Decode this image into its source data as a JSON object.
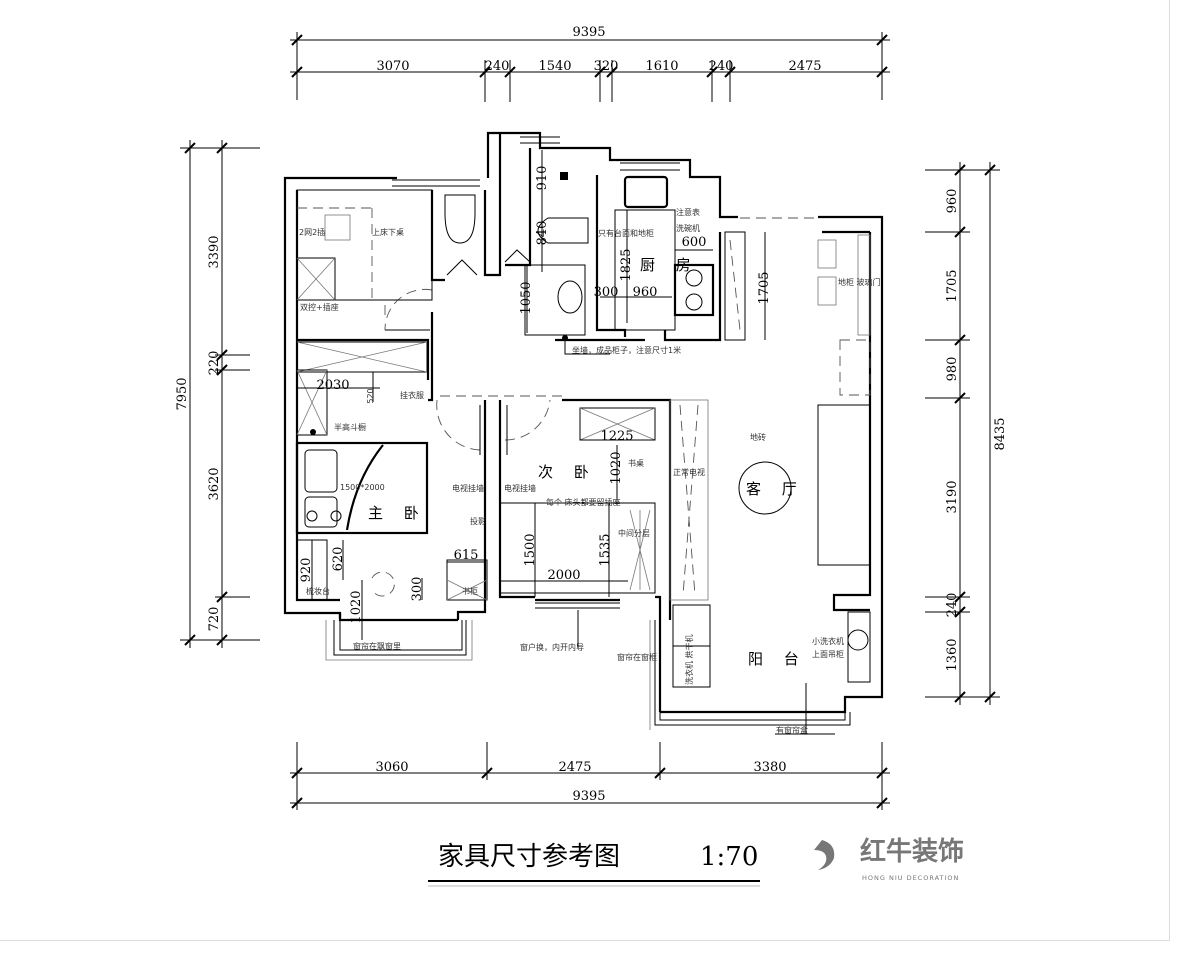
{
  "dimensions": {
    "top_total": "9395",
    "top": [
      "3070",
      "240",
      "1540",
      "320",
      "1610",
      "240",
      "2475"
    ],
    "bottom": [
      "3060",
      "2475",
      "3380"
    ],
    "bottom_total": "9395",
    "left_total": "7950",
    "left": [
      "3390",
      "220",
      "3620",
      "720"
    ],
    "right_total": "8435",
    "right": [
      "960",
      "1705",
      "980",
      "3190",
      "240",
      "1360"
    ],
    "inner": {
      "d910": "910",
      "d840": "840",
      "d1050": "1050",
      "d300a": "300",
      "d960": "960",
      "d1825": "1825",
      "d600": "600",
      "d1705": "1705",
      "d2030": "2030",
      "d520": "520",
      "d615": "615",
      "d920": "920",
      "d620": "620",
      "d300b": "300",
      "d1020a": "1020",
      "d1225": "1225",
      "d1020b": "1020",
      "d1500": "1500",
      "d1535": "1535",
      "d2000": "2000"
    }
  },
  "rooms": {
    "master": "主 卧",
    "second": "次 卧",
    "kitchen": "厨 房",
    "living": "客 厅",
    "balcony": "阳 台"
  },
  "notes": {
    "outlets": "2网2插",
    "loft_bed": "上床下桌",
    "dual_switch": "双控+插座",
    "hang_clothes": "挂衣服",
    "half_chest": "半高斗橱",
    "bed_size": "1500*2000",
    "tv_wall_1": "电视挂墙",
    "tv_wall_2": "电视挂墙",
    "projector": "投影",
    "dresser": "梳妆台",
    "bookcase": "书柜",
    "curtain_bay": "窗帘在飘窗里",
    "window_change": "窗户换，内开内导",
    "curtain_frame": "窗帘在窗框",
    "desk": "书桌",
    "bedside": "每个 床头都要留插座",
    "middle": "中间分层",
    "normal_tv": "正常电视",
    "tile": "地砖",
    "washer_small": "小洗衣机",
    "cabinet_above": "上面吊柜",
    "washer_dryer": "洗衣机 烘干机",
    "curtain_box": "有窗帘盒",
    "counter_only": "只有台面和地柜",
    "meter": "注意表",
    "dishwasher": "洗碗机",
    "wall_cabinet": "坐墙，成品柜子，注意尺寸1米",
    "glass_door": "地柜 玻璃门"
  },
  "footer": {
    "title": "家具尺寸参考图",
    "scale": "1:70",
    "logo_text": "红牛装饰",
    "logo_sub": "HONG NIU DECORATION"
  }
}
